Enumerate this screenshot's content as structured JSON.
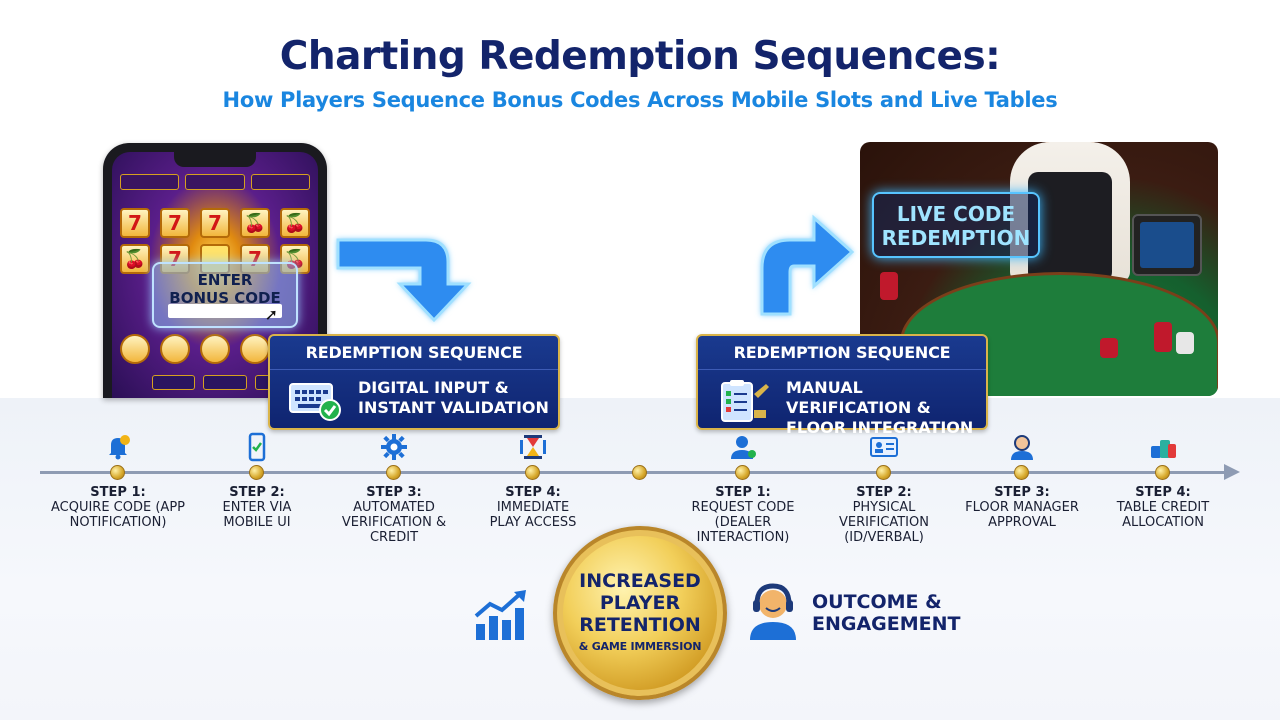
{
  "header": {
    "title": "Charting Redemption Sequences:",
    "subtitle": "How Players Sequence Bonus Codes Across Mobile Slots and Live Tables"
  },
  "mobile": {
    "code_prompt": "ENTER\nBONUS CODE",
    "sequence_heading": "REDEMPTION SEQUENCE",
    "sequence_text": "DIGITAL INPUT & INSTANT VALIDATION"
  },
  "live": {
    "badge": "LIVE CODE REDEMPTION",
    "sequence_heading": "REDEMPTION SEQUENCE",
    "sequence_text": "MANUAL VERIFICATION & FLOOR INTEGRATION"
  },
  "timeline": {
    "mobile_steps": [
      {
        "step": "STEP 1:",
        "text": "ACQUIRE CODE (APP NOTIFICATION)",
        "icon": "bell-icon"
      },
      {
        "step": "STEP 2:",
        "text": "ENTER VIA MOBILE UI",
        "icon": "phone-icon"
      },
      {
        "step": "STEP 3:",
        "text": "AUTOMATED VERIFICATION & CREDIT",
        "icon": "gear-icon"
      },
      {
        "step": "STEP 4:",
        "text": "IMMEDIATE PLAY ACCESS",
        "icon": "hourglass-icon"
      }
    ],
    "live_steps": [
      {
        "step": "STEP 1:",
        "text": "REQUEST CODE (DEALER INTERACTION)",
        "icon": "user-icon"
      },
      {
        "step": "STEP 2:",
        "text": "PHYSICAL VERIFICATION (ID/VERBAL)",
        "icon": "id-card-icon"
      },
      {
        "step": "STEP 3:",
        "text": "FLOOR MANAGER APPROVAL",
        "icon": "manager-icon"
      },
      {
        "step": "STEP 4:",
        "text": "TABLE CREDIT ALLOCATION",
        "icon": "chips-icon"
      }
    ]
  },
  "outcome": {
    "medallion_main": "INCREASED PLAYER RETENTION",
    "medallion_sub": "& GAME IMMERSION",
    "label": "OUTCOME & ENGAGEMENT"
  },
  "colors": {
    "title": "#13246b",
    "subtitle": "#1a86e0",
    "accent_gold": "#d9b44a",
    "box_blue": "#1a3a8f",
    "glow_blue": "#3ab8ff"
  }
}
